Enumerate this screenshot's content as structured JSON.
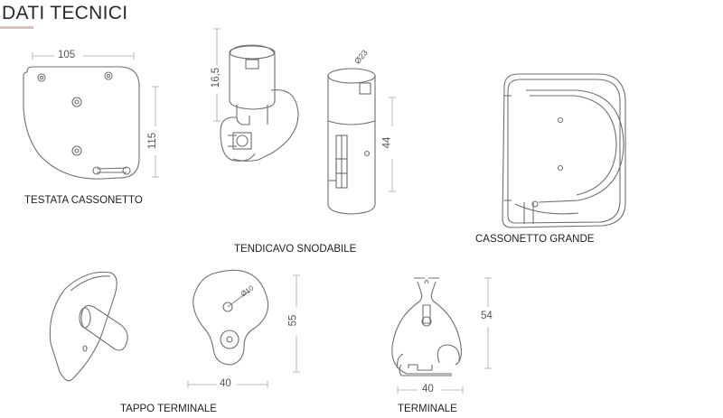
{
  "heading": "DATI TECNICI",
  "captions": {
    "testata": "TESTATA CASSONETTO",
    "tendicavo": "TENDICAVO SNODABILE",
    "cassonetto": "CASSONETTO GRANDE",
    "tappo": "TAPPO TERMINALE",
    "terminale": "TERMINALE"
  },
  "dimensions": {
    "testata_width": "105",
    "testata_height": "115",
    "tendicavo_height": "16,5",
    "tendicavo_diameter": "Ø23",
    "tendicavo_length": "44",
    "tappo_diameter": "Ø10",
    "tappo_height": "55",
    "tappo_width": "40",
    "terminale_height": "54",
    "terminale_width": "40"
  },
  "colors": {
    "line": "#6f6f6f",
    "dim_line": "#bdbdbd",
    "accent": "#d9c2c2"
  }
}
